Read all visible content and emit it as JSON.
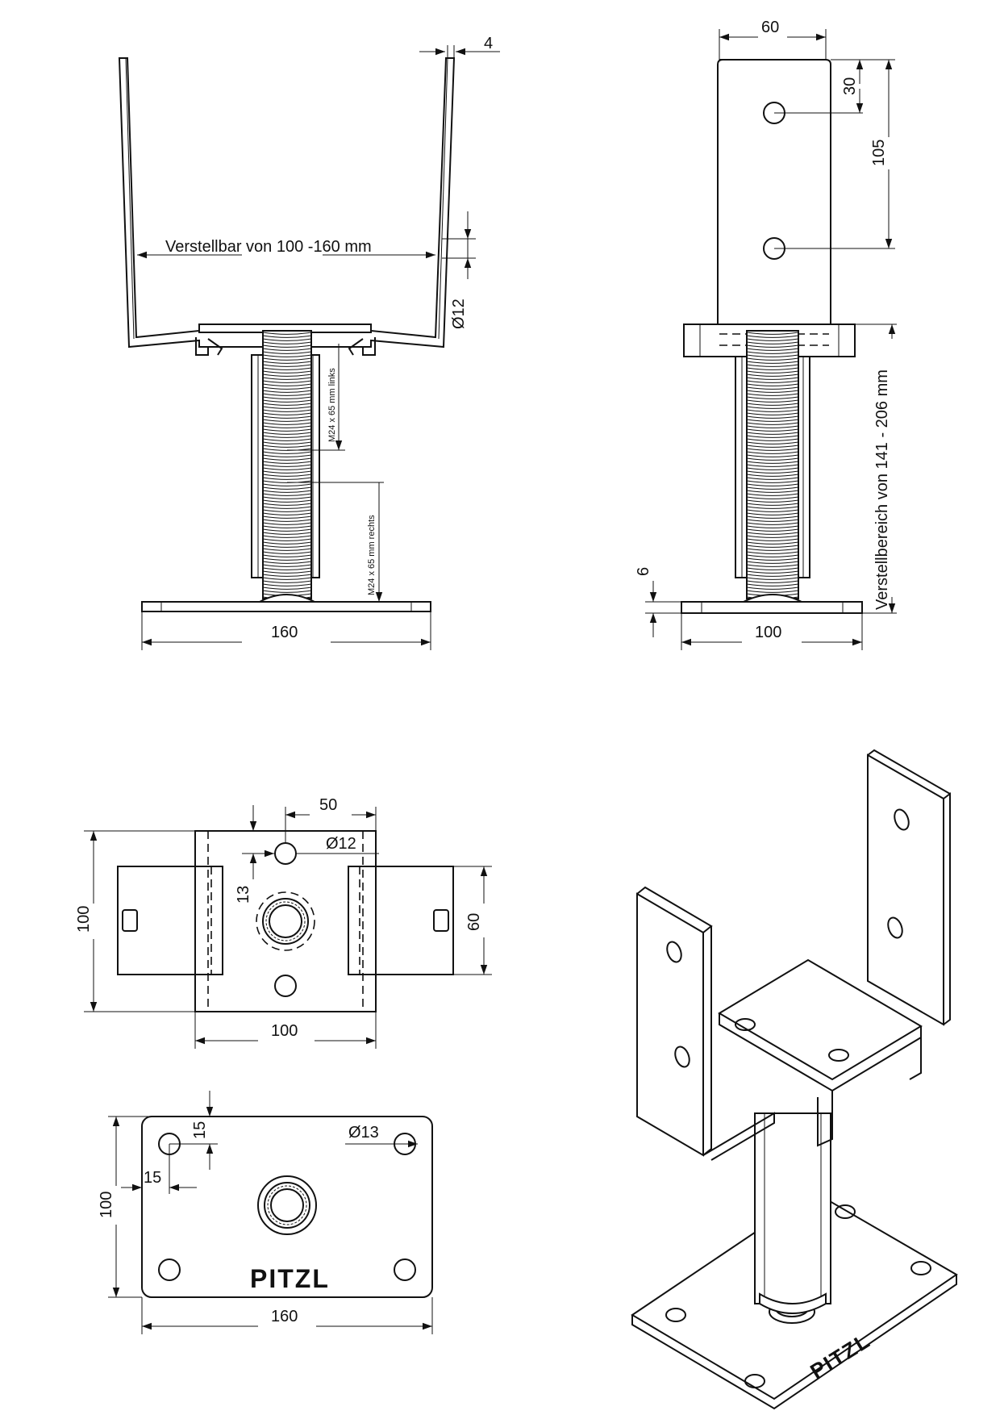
{
  "front_view": {
    "dim_top": "4",
    "dim_width_adjust": "Verstellbar von 100 -160 mm",
    "dim_hole": "Ø12",
    "thread_upper": "M24 x 65 mm links",
    "thread_lower": "M24 x 65 mm rechts",
    "dim_base": "160"
  },
  "side_view": {
    "dim_width": "60",
    "dim_top_hole": "30",
    "dim_hole_spacing": "105",
    "dim_height_adjust": "Verstellbereich von 141 - 206 mm",
    "dim_plate": "6",
    "dim_base": "100"
  },
  "top_view": {
    "dim_offset": "50",
    "dim_hole": "Ø12",
    "dim_hole_pos": "13",
    "dim_height": "100",
    "dim_bracket": "60",
    "dim_width": "100"
  },
  "bottom_view": {
    "dim_edge_y": "15",
    "dim_edge_x": "15",
    "dim_hole": "Ø13",
    "dim_height": "100",
    "dim_width": "160",
    "brand": "PITZL"
  },
  "iso_view": {
    "brand": "PITZL"
  }
}
